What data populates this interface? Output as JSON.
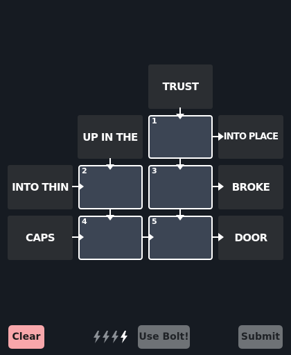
{
  "clues": {
    "trust": "TRUST",
    "up_in_the": "UP IN THE",
    "into_place": "INTO PLACE",
    "into_thin": "INTO THIN",
    "broke": "BROKE",
    "caps": "CAPS",
    "door": "DOOR"
  },
  "cells": [
    {
      "number": "1",
      "value": ""
    },
    {
      "number": "2",
      "value": ""
    },
    {
      "number": "3",
      "value": ""
    },
    {
      "number": "4",
      "value": ""
    },
    {
      "number": "5",
      "value": ""
    }
  ],
  "footer": {
    "clear_label": "Clear",
    "bolt_label": "Use Bolt!",
    "submit_label": "Submit",
    "bolts_total": 4,
    "bolts_highlighted": 1
  },
  "colors": {
    "background": "#161b22",
    "clue_tile": "#2b2e32",
    "answer_cell": "#3c4554",
    "clear_button": "#f8a7ab",
    "disabled_button": "#6e7276",
    "bolt_dim": "#8b9096",
    "bolt_active": "#ffffff"
  }
}
